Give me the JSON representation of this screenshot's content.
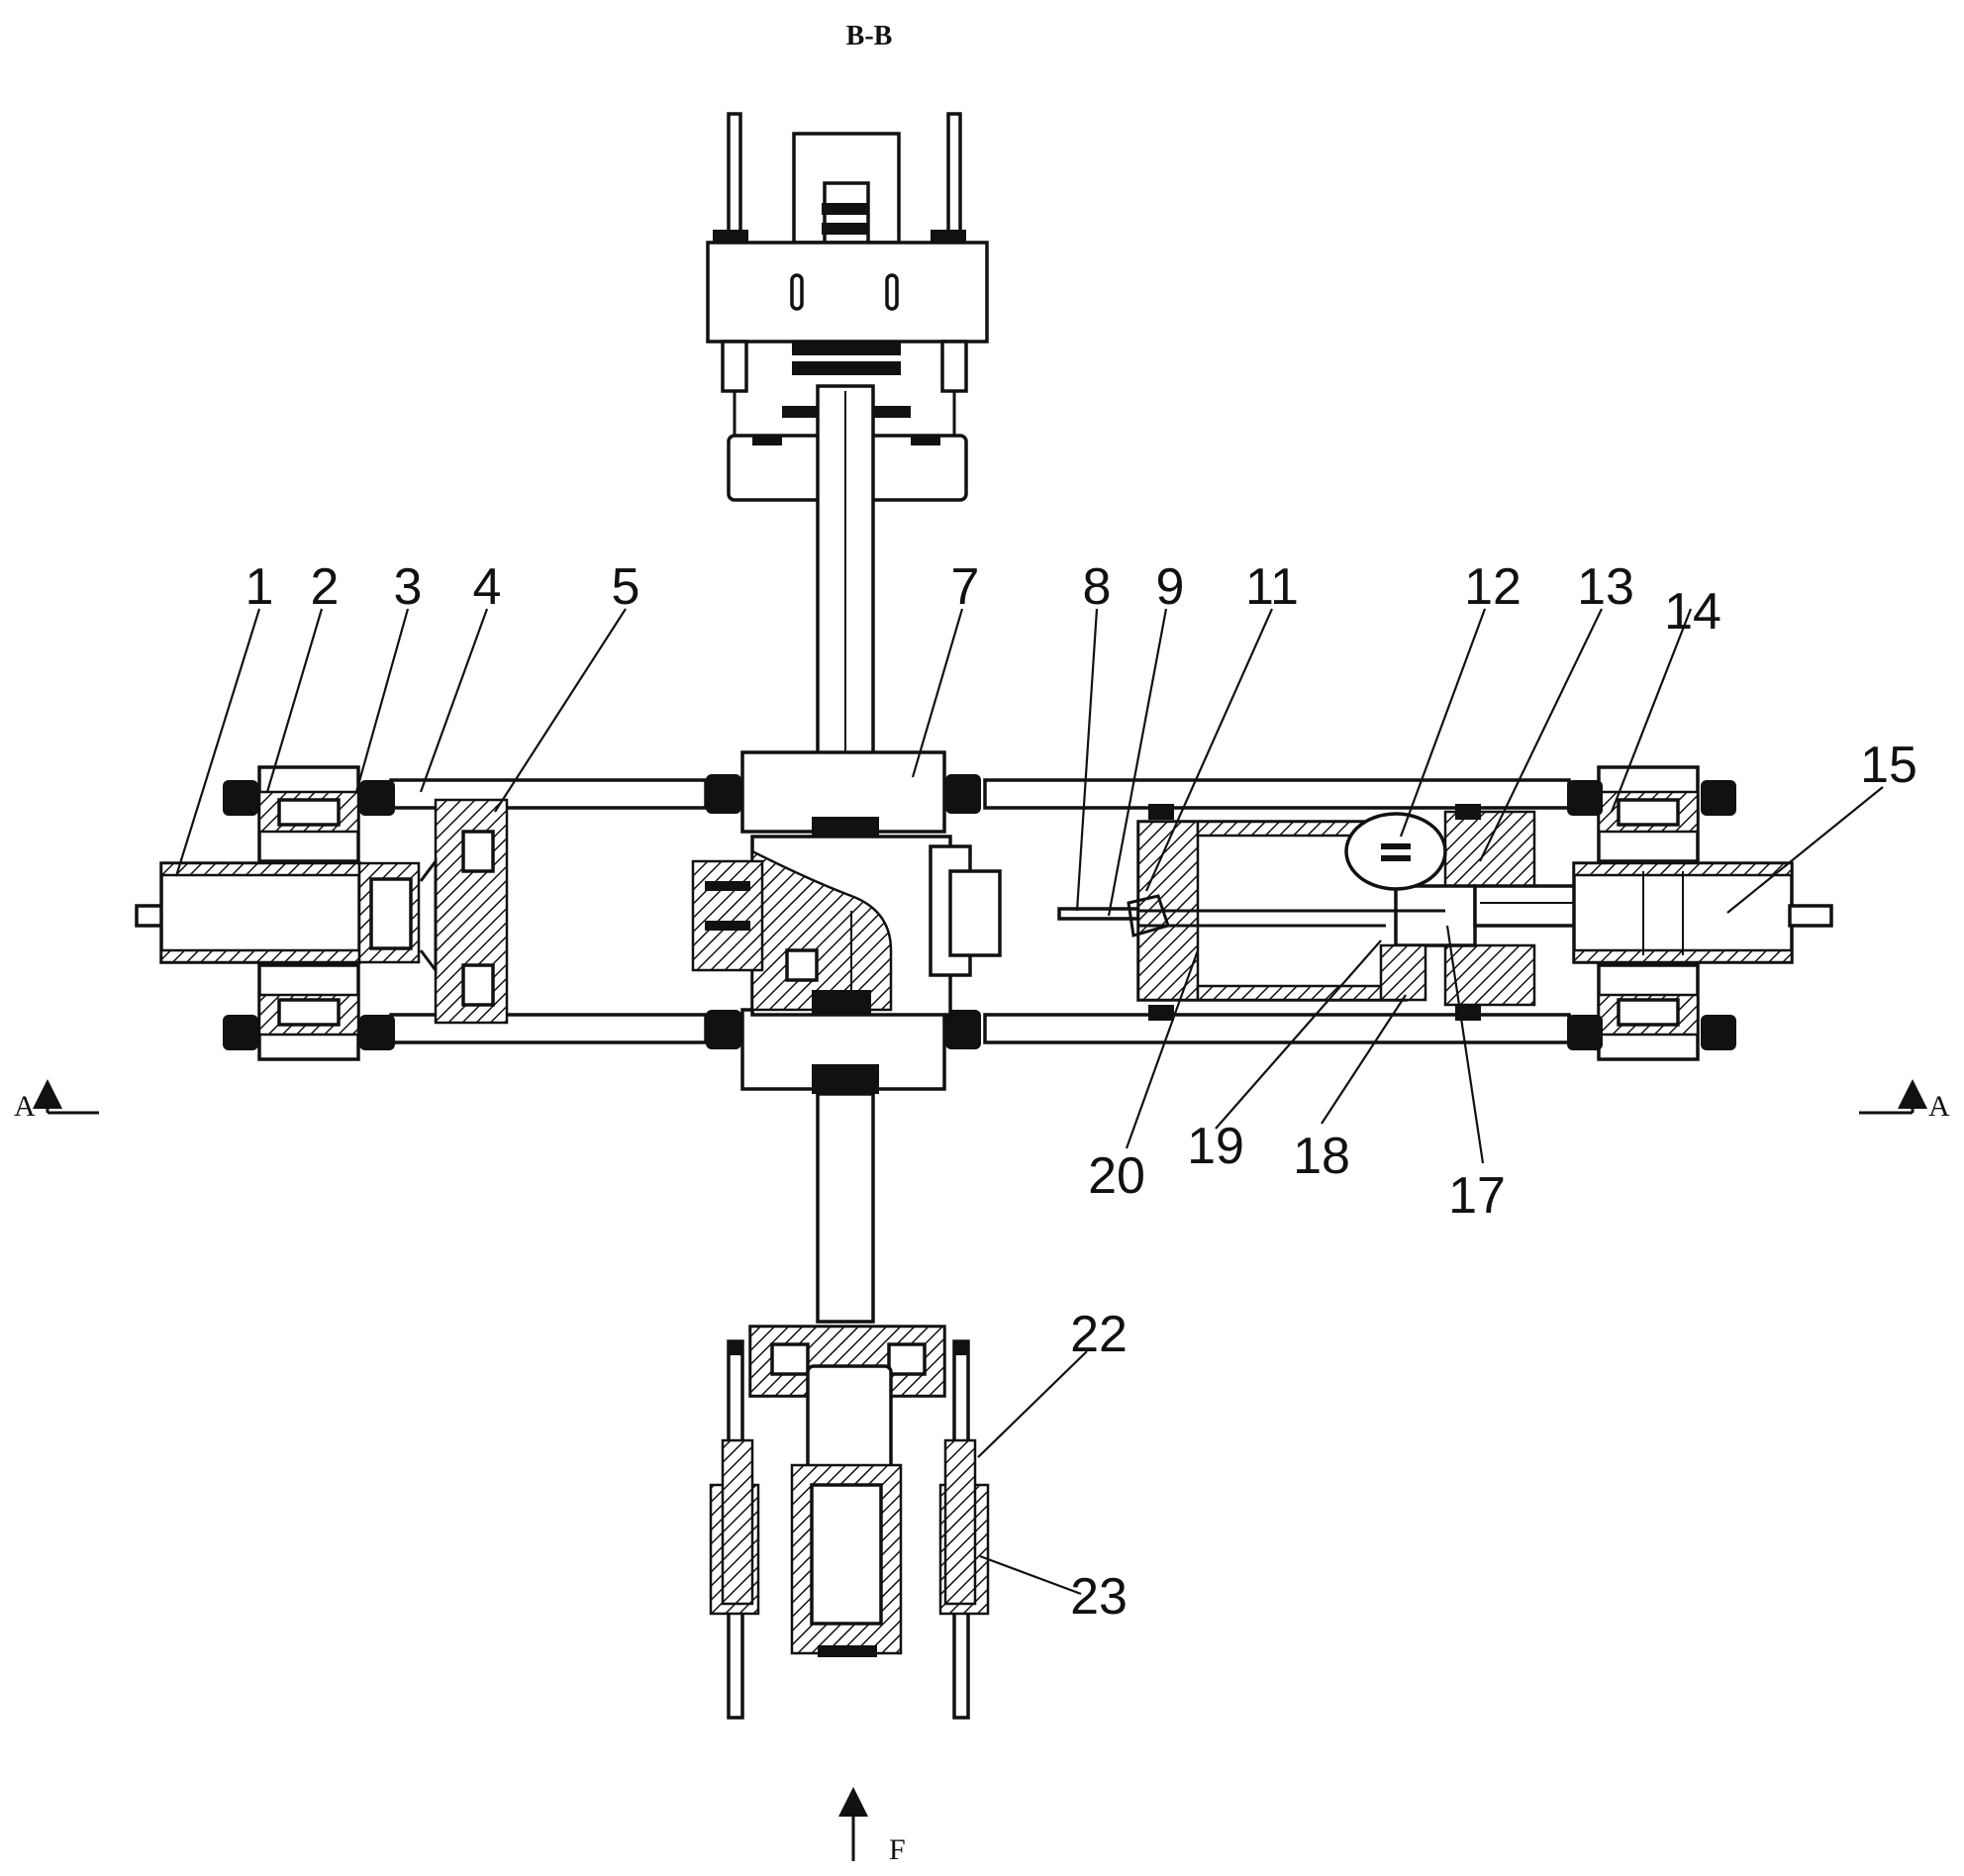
{
  "drawing": {
    "section_title": "B-B",
    "section_marker_left": "A",
    "section_marker_right": "A",
    "view_arrow_label": "F",
    "part_labels": [
      "1",
      "2",
      "3",
      "4",
      "5",
      "7",
      "8",
      "9",
      "11",
      "12",
      "13",
      "14",
      "15",
      "17",
      "18",
      "19",
      "20",
      "22",
      "23"
    ]
  }
}
